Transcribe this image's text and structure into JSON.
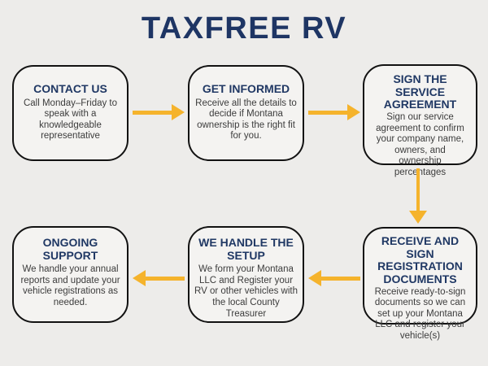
{
  "title": "TAXFREE RV",
  "colors": {
    "background": "#edecea",
    "navy_heading": "#203864",
    "title_navy": "#1e3564",
    "body_text": "#3c3c3c",
    "box_border": "#121212",
    "arrow_gold": "#f5b32c"
  },
  "steps": [
    {
      "id": "contact-us",
      "heading": "CONTACT US",
      "body": "Call Monday–Friday to speak with a knowledgeable representative"
    },
    {
      "id": "get-informed",
      "heading": "GET INFORMED",
      "body": "Receive all the details to decide if Montana ownership is the right fit for you."
    },
    {
      "id": "sign-the-service-agreement",
      "heading": "SIGN THE SERVICE AGREEMENT",
      "body": "Sign our service agreement to confirm your company name, owners, and ownership percentages"
    },
    {
      "id": "receive-and-sign-registration-documents",
      "heading": "RECEIVE AND SIGN REGISTRATION DOCUMENTS",
      "body": "Receive ready-to-sign documents so we can set up your Montana LLC and register your vehicle(s)"
    },
    {
      "id": "we-handle-the-setup",
      "heading": "WE HANDLE THE SETUP",
      "body": "We form your Montana LLC and Register your RV or other vehicles with the local County Treasurer"
    },
    {
      "id": "ongoing-support",
      "heading": "ONGOING SUPPORT",
      "body": "We handle your annual reports and update your vehicle registrations as needed."
    }
  ],
  "flow": {
    "arrow_directions": [
      "right",
      "right",
      "down",
      "left",
      "left"
    ]
  }
}
